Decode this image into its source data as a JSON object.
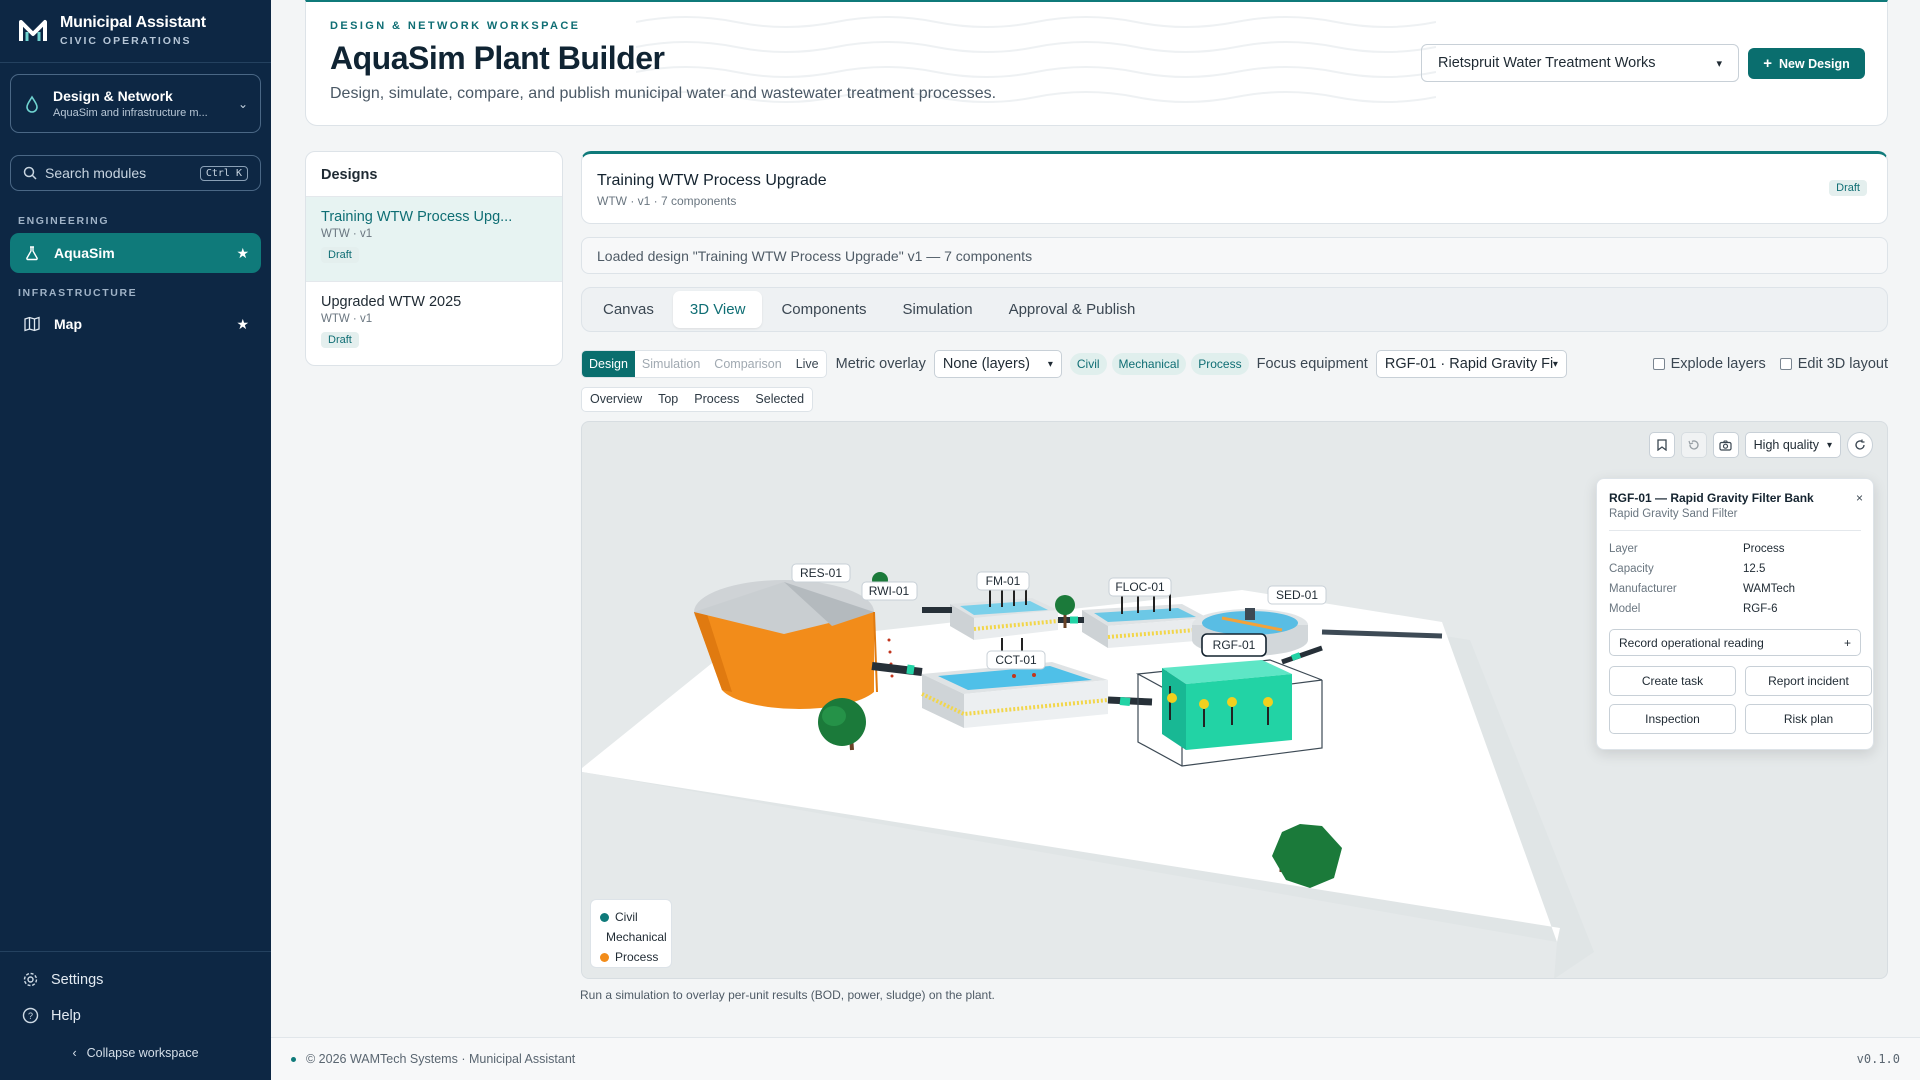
{
  "sidebar": {
    "brand_title": "Municipal Assistant",
    "brand_subtitle": "CIVIC OPERATIONS",
    "workspace": {
      "title": "Design & Network",
      "subtitle": "AquaSim and infrastructure m..."
    },
    "search": {
      "placeholder": "Search modules",
      "shortcut": "Ctrl K"
    },
    "sections": [
      {
        "label": "ENGINEERING",
        "items": [
          {
            "label": "AquaSim",
            "icon": "flask-icon",
            "active": true
          }
        ]
      },
      {
        "label": "INFRASTRUCTURE",
        "items": [
          {
            "label": "Map",
            "icon": "map-icon",
            "active": false
          }
        ]
      }
    ],
    "bottom": {
      "settings": "Settings",
      "help": "Help",
      "collapse": "Collapse workspace"
    },
    "colors": {
      "bg": "#0d2744",
      "accent": "#0f7a7a"
    }
  },
  "header": {
    "eyebrow": "DESIGN & NETWORK WORKSPACE",
    "title": "AquaSim Plant Builder",
    "subtitle": "Design, simulate, compare, and publish municipal water and wastewater treatment processes.",
    "plant_select": "Rietspruit Water Treatment Works",
    "new_design": "New Design"
  },
  "designs": {
    "heading": "Designs",
    "items": [
      {
        "name": "Training WTW Process Upg...",
        "meta": "WTW · v1",
        "status": "Draft"
      },
      {
        "name": "Upgraded WTW 2025",
        "meta": "WTW · v1",
        "status": "Draft"
      }
    ]
  },
  "current": {
    "title": "Training WTW Process Upgrade",
    "meta": "WTW · v1 · 7 components",
    "status": "Draft",
    "loaded_msg": "Loaded design \"Training WTW Process Upgrade\" v1 — 7 components"
  },
  "tabs": [
    "Canvas",
    "3D View",
    "Components",
    "Simulation",
    "Approval & Publish"
  ],
  "toolbar": {
    "modes": [
      "Design",
      "Simulation",
      "Comparison",
      "Live"
    ],
    "metric_label": "Metric overlay",
    "metric_value": "None (layers)",
    "chips": [
      "Civil",
      "Mechanical",
      "Process"
    ],
    "focus_label": "Focus equipment",
    "focus_value": "RGF-01 · Rapid Gravity Fi",
    "explode": "Explode layers",
    "edit3d": "Edit 3D layout",
    "views": [
      "Overview",
      "Top",
      "Process",
      "Selected"
    ]
  },
  "viewport": {
    "quality": "High quality",
    "labels": {
      "res": "RES-01",
      "rwi": "RWI-01",
      "fm": "FM-01",
      "floc": "FLOC-01",
      "sed": "SED-01",
      "cct": "CCT-01",
      "rgf": "RGF-01"
    },
    "legend": [
      {
        "label": "Civil",
        "color": "#0f7a7a"
      },
      {
        "label": "Mechanical",
        "color": "#8a2bb0"
      },
      {
        "label": "Process",
        "color": "#f28c1a"
      }
    ],
    "info": {
      "title": "RGF-01 — Rapid Gravity Filter Bank",
      "subtitle": "Rapid Gravity Sand Filter",
      "close": "×",
      "props": [
        {
          "k": "Layer",
          "v": "Process"
        },
        {
          "k": "Capacity",
          "v": "12.5"
        },
        {
          "k": "Manufacturer",
          "v": "WAMTech"
        },
        {
          "k": "Model",
          "v": "RGF-6"
        }
      ],
      "record": "Record operational reading",
      "record_plus": "+",
      "actions": [
        "Create task",
        "Report incident",
        "Inspection",
        "Risk plan"
      ]
    }
  },
  "hint": "Run a simulation to overlay per-unit results (BOD, power, sludge) on the plant.",
  "footer": {
    "copyright": "© 2026 WAMTech Systems · Municipal Assistant",
    "version": "v0.1.0"
  }
}
